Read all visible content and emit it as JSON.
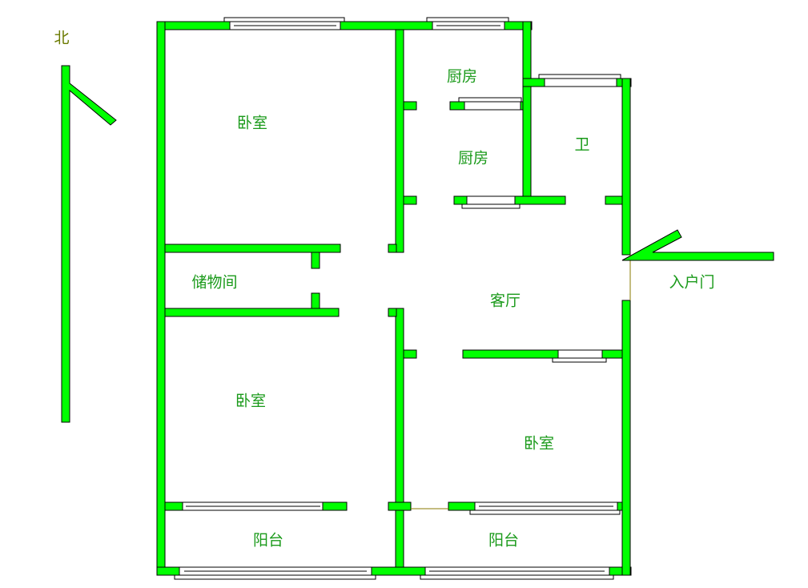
{
  "colors": {
    "wall": "#00ff00",
    "label": "#1a9a1a",
    "door_line": "#8a7a00"
  },
  "compass": {
    "label": "北"
  },
  "rooms": {
    "bedroom_north": "卧室",
    "kitchen_1": "厨房",
    "kitchen_2": "厨房",
    "bathroom": "卫",
    "storage": "储物间",
    "living_room": "客厅",
    "bedroom_southwest": "卧室",
    "bedroom_southeast": "卧室",
    "balcony_west": "阳台",
    "balcony_east": "阳台"
  },
  "entrance": {
    "label": "入户门"
  }
}
